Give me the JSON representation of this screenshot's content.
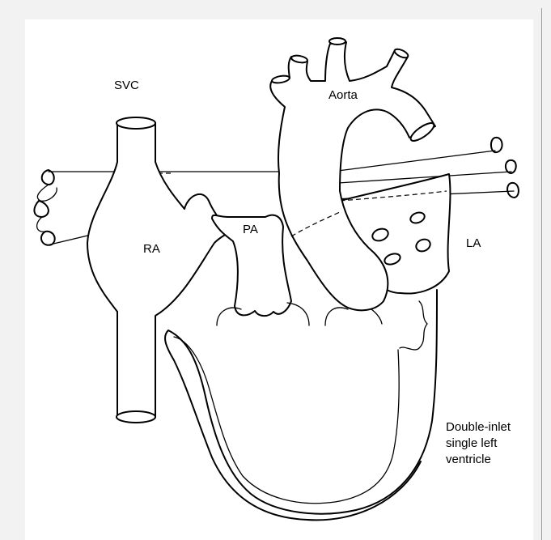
{
  "diagram": {
    "labels": {
      "svc": "SVC",
      "aorta": "Aorta",
      "pa": "PA",
      "ra": "RA",
      "la": "LA",
      "ventricle_line1": "Double-inlet",
      "ventricle_line2": "single left",
      "ventricle_line3": "ventricle"
    },
    "colors": {
      "ink": "#000000",
      "background": "#ffffff",
      "frame": "#f2f2f2"
    }
  }
}
